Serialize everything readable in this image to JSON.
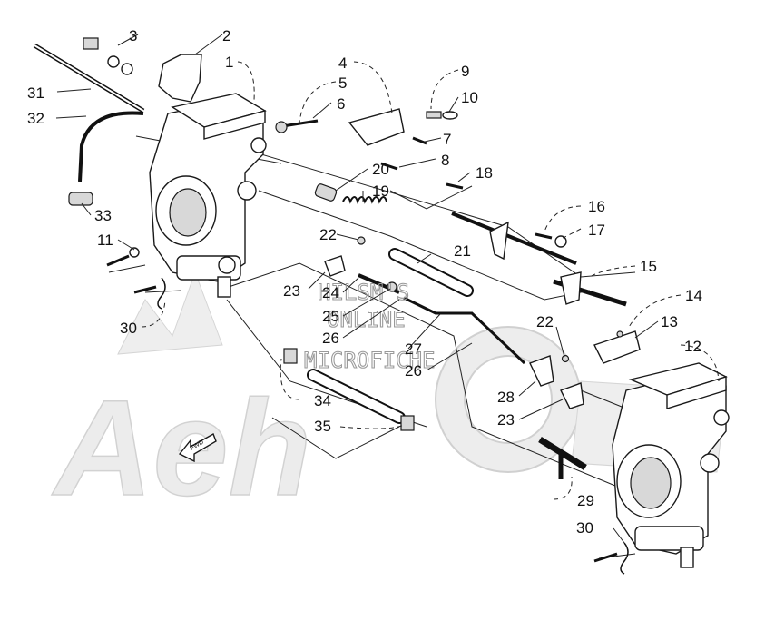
{
  "watermark": {
    "line1": "HILSM'S",
    "line2": "ONLINE",
    "line3": "MICROFICHE",
    "logo_text": "Aeh"
  },
  "fwd_label": "FWD",
  "callouts": [
    {
      "id": "c1",
      "text": "1"
    },
    {
      "id": "c2",
      "text": "2"
    },
    {
      "id": "c3",
      "text": "3"
    },
    {
      "id": "c4",
      "text": "4"
    },
    {
      "id": "c5",
      "text": "5"
    },
    {
      "id": "c6",
      "text": "6"
    },
    {
      "id": "c7",
      "text": "7"
    },
    {
      "id": "c8",
      "text": "8"
    },
    {
      "id": "c9",
      "text": "9"
    },
    {
      "id": "c10",
      "text": "10"
    },
    {
      "id": "c11",
      "text": "11"
    },
    {
      "id": "c12",
      "text": "12"
    },
    {
      "id": "c13",
      "text": "13"
    },
    {
      "id": "c14",
      "text": "14"
    },
    {
      "id": "c15",
      "text": "15"
    },
    {
      "id": "c16",
      "text": "16"
    },
    {
      "id": "c17",
      "text": "17"
    },
    {
      "id": "c18",
      "text": "18"
    },
    {
      "id": "c19",
      "text": "19"
    },
    {
      "id": "c20",
      "text": "20"
    },
    {
      "id": "c21",
      "text": "21"
    },
    {
      "id": "c22a",
      "text": "22"
    },
    {
      "id": "c22b",
      "text": "22"
    },
    {
      "id": "c23a",
      "text": "23"
    },
    {
      "id": "c23b",
      "text": "23"
    },
    {
      "id": "c24",
      "text": "24"
    },
    {
      "id": "c25",
      "text": "25"
    },
    {
      "id": "c26a",
      "text": "26"
    },
    {
      "id": "c26b",
      "text": "26"
    },
    {
      "id": "c27",
      "text": "27"
    },
    {
      "id": "c28",
      "text": "28"
    },
    {
      "id": "c29",
      "text": "29"
    },
    {
      "id": "c30a",
      "text": "30"
    },
    {
      "id": "c30b",
      "text": "30"
    },
    {
      "id": "c31",
      "text": "31"
    },
    {
      "id": "c32",
      "text": "32"
    },
    {
      "id": "c33",
      "text": "33"
    },
    {
      "id": "c34",
      "text": "34"
    },
    {
      "id": "c35",
      "text": "35"
    }
  ]
}
